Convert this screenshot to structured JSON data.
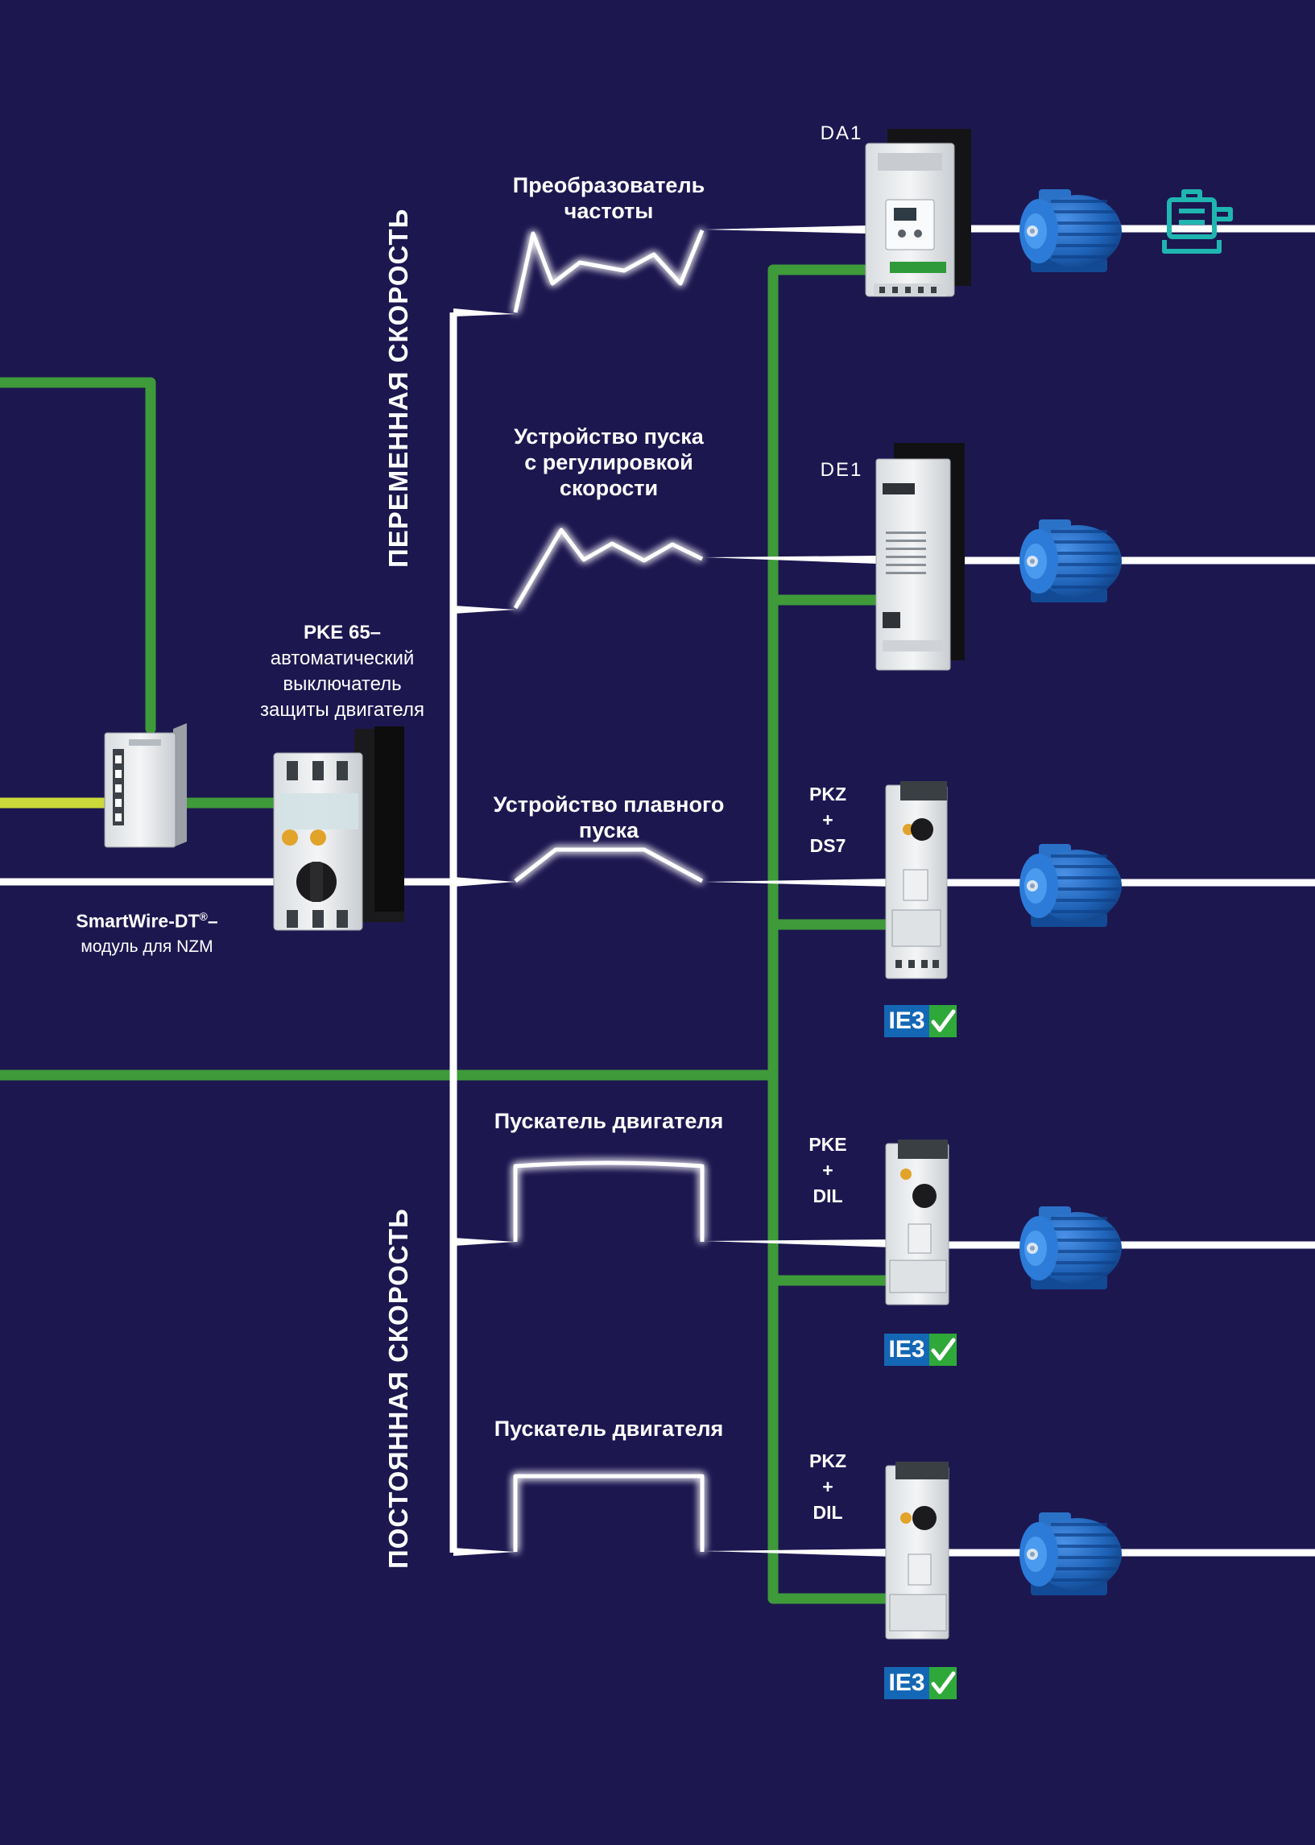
{
  "colors": {
    "background": "#1d1750",
    "bus_green": "#3f9a3a",
    "power_white": "#ffffff",
    "control_yellow": "#cbd93a",
    "motor_blue": "#1f63b8",
    "badge_blue": "#1467b4",
    "badge_green": "#2fa83a",
    "icon_teal": "#1fb5b0"
  },
  "sections": {
    "variable_speed": "ПЕРЕМЕННАЯ СКОРОСТЬ",
    "constant_speed": "ПОСТОЯННАЯ СКОРОСТЬ"
  },
  "left": {
    "smartwire_title": "SmartWire-DT",
    "smartwire_reg": "®",
    "smartwire_dash": "–",
    "smartwire_sub": "модуль для NZM",
    "pke_title": "PKE 65–",
    "pke_line1": "автоматический",
    "pke_line2": "выключатель",
    "pke_line3": "защиты двигателя"
  },
  "branches": [
    {
      "label_lines": [
        "Преобразователь",
        "частоты"
      ],
      "device_model": "DA1",
      "device_code": [],
      "ie3": false
    },
    {
      "label_lines": [
        "Устройство пуска",
        "с регулировкой",
        "скорости"
      ],
      "device_model": "DE1",
      "device_code": [],
      "ie3": false
    },
    {
      "label_lines": [
        "Устройство плавного",
        "пуска"
      ],
      "device_model": "",
      "device_code": [
        "PKZ",
        "+",
        "DS7"
      ],
      "ie3": true
    },
    {
      "label_lines": [
        "Пускатель двигателя"
      ],
      "device_model": "",
      "device_code": [
        "PKE",
        "+",
        "DIL"
      ],
      "ie3": true
    },
    {
      "label_lines": [
        "Пускатель двигателя"
      ],
      "device_model": "",
      "device_code": [
        "PKZ",
        "+",
        "DIL"
      ],
      "ie3": true
    }
  ],
  "badge_text": "IE3",
  "icons": {
    "motor": "electric-motor-icon",
    "pump": "pump-icon",
    "check": "check-icon"
  }
}
